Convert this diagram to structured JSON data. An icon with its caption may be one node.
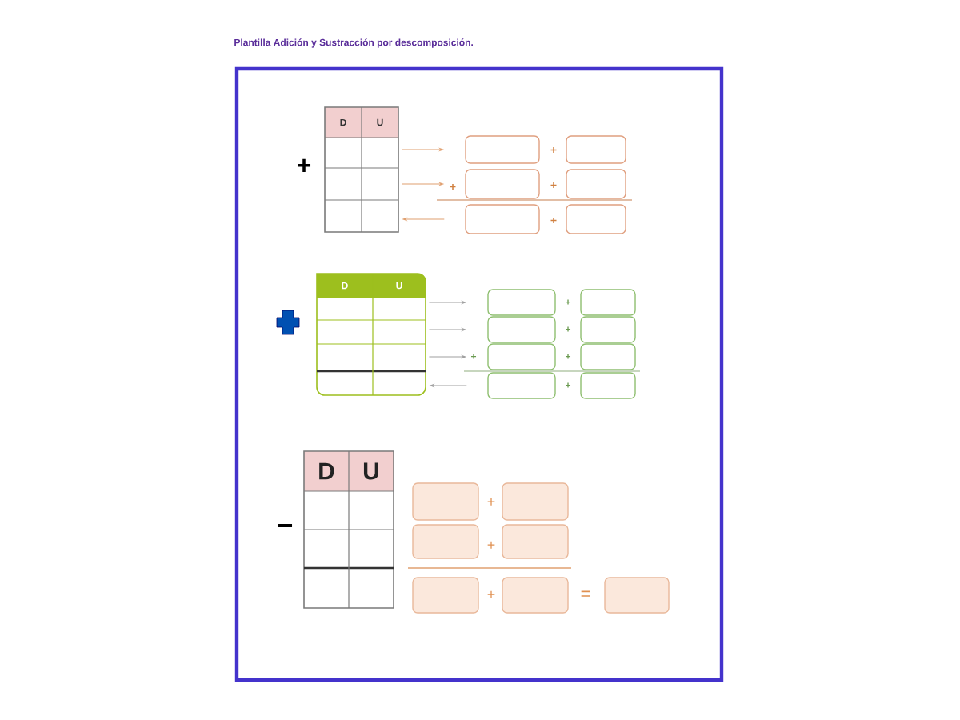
{
  "diagram": {
    "title": "Plantilla Adición y Sustracción por descomposición.",
    "nodes": [
      {
        "text": [
          "D",
          "U"
        ]
      },
      {
        "text": [],
        "shape": "box"
      },
      {
        "text": [],
        "shape": "box"
      },
      {
        "text": [],
        "shape": "box"
      },
      {
        "text": [],
        "shape": "box"
      },
      {
        "text": [],
        "shape": "box"
      },
      {
        "text": [],
        "shape": "box"
      },
      {
        "text": [
          "D",
          "U"
        ]
      },
      {
        "text": [],
        "shape": "box"
      },
      {
        "text": [],
        "shape": "box"
      },
      {
        "text": [],
        "shape": "box"
      },
      {
        "text": [],
        "shape": "box"
      },
      {
        "text": [],
        "shape": "box"
      },
      {
        "text": [],
        "shape": "box"
      },
      {
        "text": [],
        "shape": "box"
      },
      {
        "text": [],
        "shape": "box"
      },
      {
        "text": [
          "D",
          "U"
        ]
      },
      {
        "text": [],
        "shape": "box"
      },
      {
        "text": [],
        "shape": "box"
      },
      {
        "text": [],
        "shape": "box"
      },
      {
        "text": [],
        "shape": "box"
      },
      {
        "text": [],
        "shape": "box"
      },
      {
        "text": [],
        "shape": "box"
      },
      {
        "text": [],
        "shape": "box"
      }
    ],
    "edges": [
      {
        "from": 0,
        "to": 1,
        "arrow": "to",
        "color": "#e0a070"
      },
      {
        "from": 0,
        "to": 3,
        "arrow": "to",
        "color": "#e0a070"
      },
      {
        "from": 5,
        "to": 0,
        "arrow": "to",
        "color": "#e0a070"
      },
      {
        "from": 7,
        "to": 8,
        "arrow": "to"
      },
      {
        "from": 7,
        "to": 10,
        "arrow": "to"
      },
      {
        "from": 7,
        "to": 12,
        "arrow": "to"
      },
      {
        "from": 14,
        "to": 7,
        "arrow": "to"
      }
    ],
    "labels": [
      "+",
      "+",
      "+",
      "+",
      "+",
      "+",
      "+",
      "+",
      "+",
      "+",
      "−",
      "+",
      "+",
      "+",
      "="
    ]
  }
}
